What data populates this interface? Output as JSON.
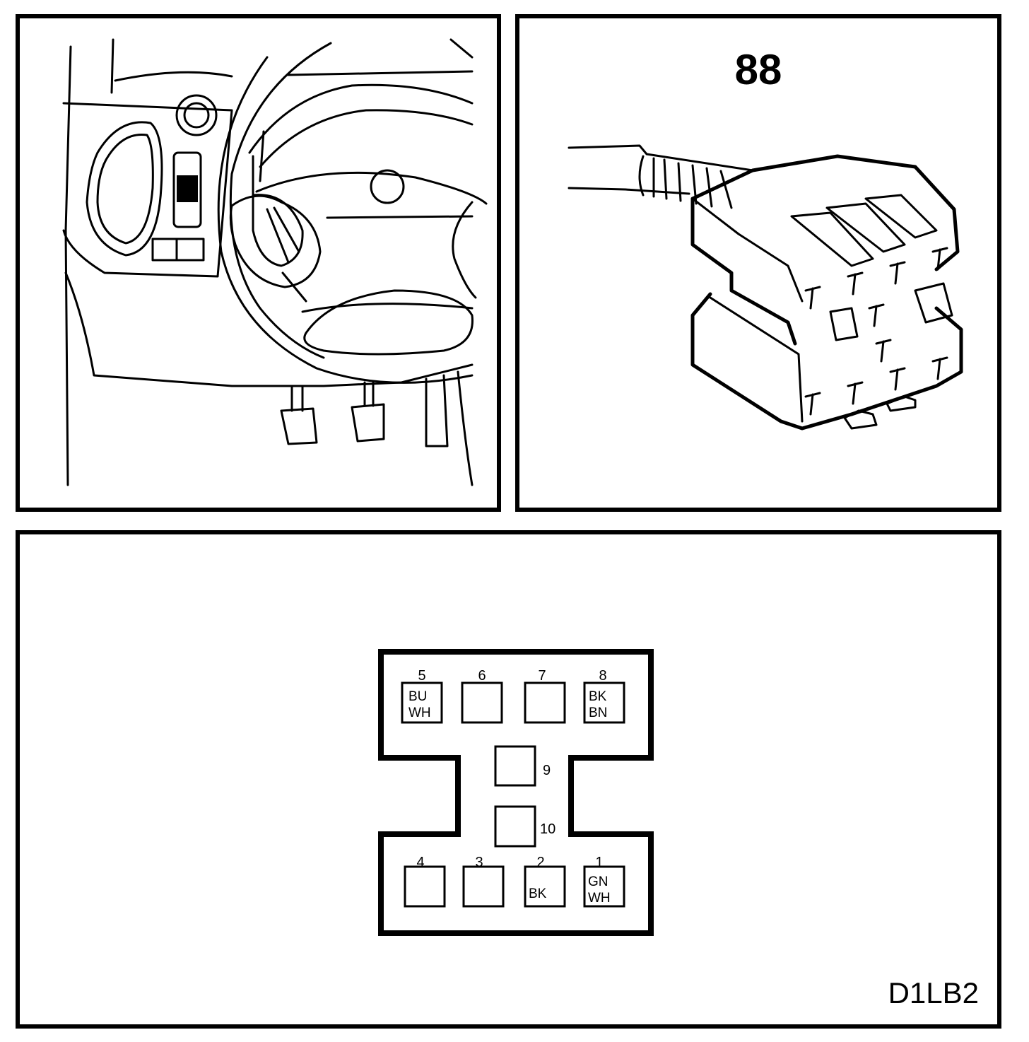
{
  "dashboard_view": {},
  "connector_view": {
    "connector_number": "88"
  },
  "pinout": {
    "figure_code": "D1LB2",
    "pins": [
      {
        "number": "5",
        "colors": [
          "BU",
          "WH"
        ]
      },
      {
        "number": "6",
        "colors": []
      },
      {
        "number": "7",
        "colors": []
      },
      {
        "number": "8",
        "colors": [
          "BK",
          "BN"
        ]
      },
      {
        "number": "9",
        "colors": []
      },
      {
        "number": "10",
        "colors": []
      },
      {
        "number": "4",
        "colors": []
      },
      {
        "number": "3",
        "colors": []
      },
      {
        "number": "2",
        "colors": [
          "BK"
        ]
      },
      {
        "number": "1",
        "colors": [
          "GN",
          "WH"
        ]
      }
    ]
  }
}
